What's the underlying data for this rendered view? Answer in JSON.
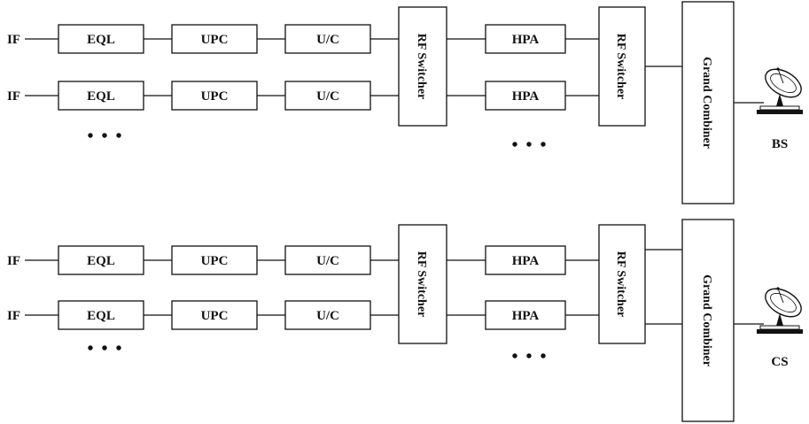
{
  "diagram": {
    "input_label": "IF",
    "blocks": {
      "eql": "EQL",
      "upc": "UPC",
      "uc": "U/C",
      "rf_switcher": "RF Switcher",
      "hpa": "HPA",
      "grand_combiner": "Grand Combiner"
    },
    "top": {
      "antenna_label": "BS"
    },
    "bottom": {
      "antenna_label": "CS"
    },
    "ellipsis": "• • •"
  }
}
